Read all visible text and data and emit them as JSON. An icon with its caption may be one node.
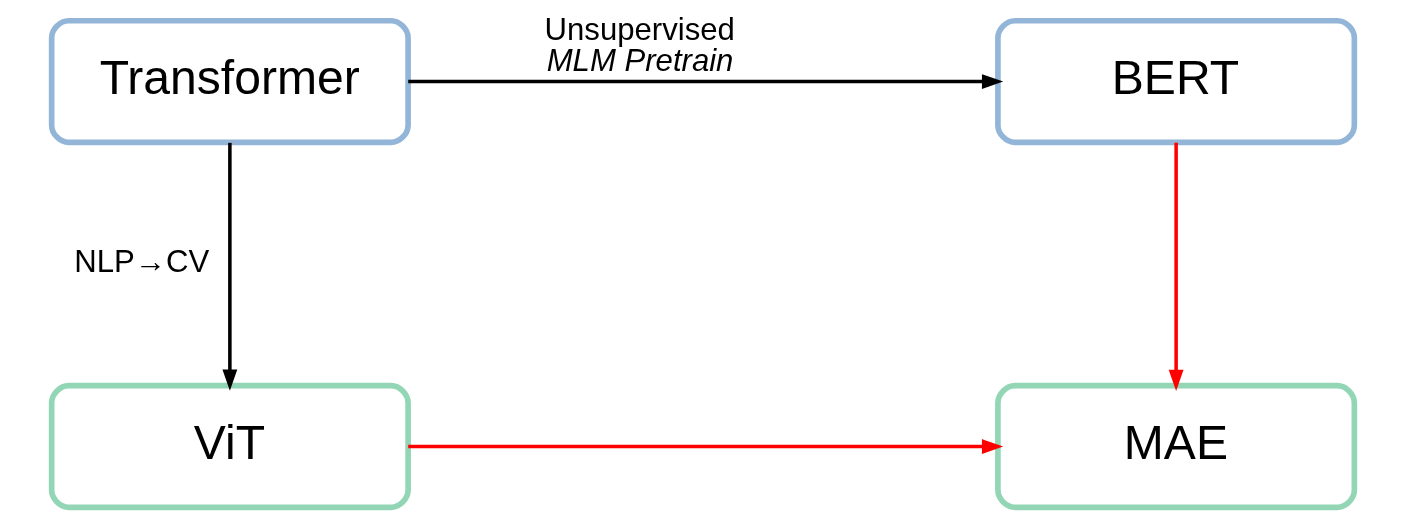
{
  "diagram": {
    "nodes": [
      {
        "text": [
          "Transformer"
        ]
      },
      {
        "text": [
          "BERT"
        ]
      },
      {
        "text": [
          "ViT"
        ]
      },
      {
        "text": [
          "MAE"
        ]
      }
    ],
    "edges": [
      {
        "from": 0,
        "to": 1,
        "arrow": "to",
        "label": "Unsupervised *MLM Pretrain*"
      },
      {
        "from": 0,
        "to": 2,
        "arrow": "to",
        "label": "NLP→CV"
      },
      {
        "from": 1,
        "to": 3,
        "arrow": "to",
        "color": "#ff0000"
      },
      {
        "from": 2,
        "to": 3,
        "arrow": "to",
        "color": "#ff0000"
      }
    ]
  }
}
